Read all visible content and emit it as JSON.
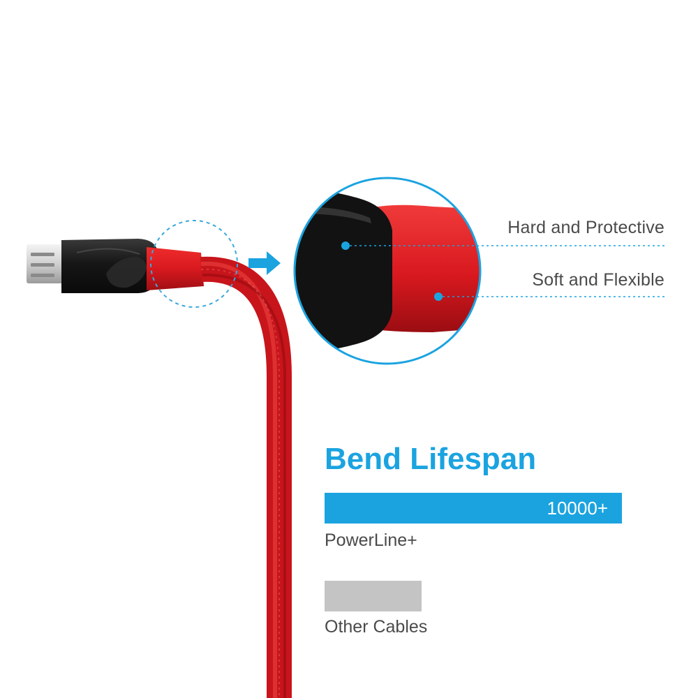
{
  "callouts": [
    {
      "label": "Hard and Protective"
    },
    {
      "label": "Soft and Flexible"
    }
  ],
  "comparison": {
    "title": "Bend Lifespan",
    "products": [
      {
        "name": "PowerLine+",
        "value_label": "10000+",
        "color": "#1ba3e0"
      },
      {
        "name": "Other Cables",
        "value_label": "",
        "color": "#c4c4c4"
      }
    ]
  },
  "colors": {
    "accent": "#1ba3e0",
    "cable_red": "#d8191f",
    "connector_black": "#161616",
    "text": "#4a4a4a"
  }
}
